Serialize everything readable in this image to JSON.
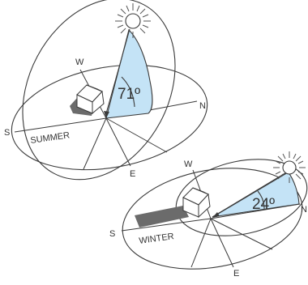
{
  "diagrams": {
    "summer": {
      "season_label": "SUMMER",
      "angle_label": "71º",
      "compass": {
        "north": "N",
        "south": "S",
        "east": "E",
        "west": "W"
      }
    },
    "winter": {
      "season_label": "WINTER",
      "angle_label": "24º",
      "compass": {
        "north": "N",
        "south": "S",
        "east": "E",
        "west": "W"
      }
    }
  },
  "colors": {
    "sky_wedge": "#c4e3f6",
    "outline": "#3a3a3a",
    "shadow": "#6b6b6b",
    "background": "#ffffff"
  }
}
